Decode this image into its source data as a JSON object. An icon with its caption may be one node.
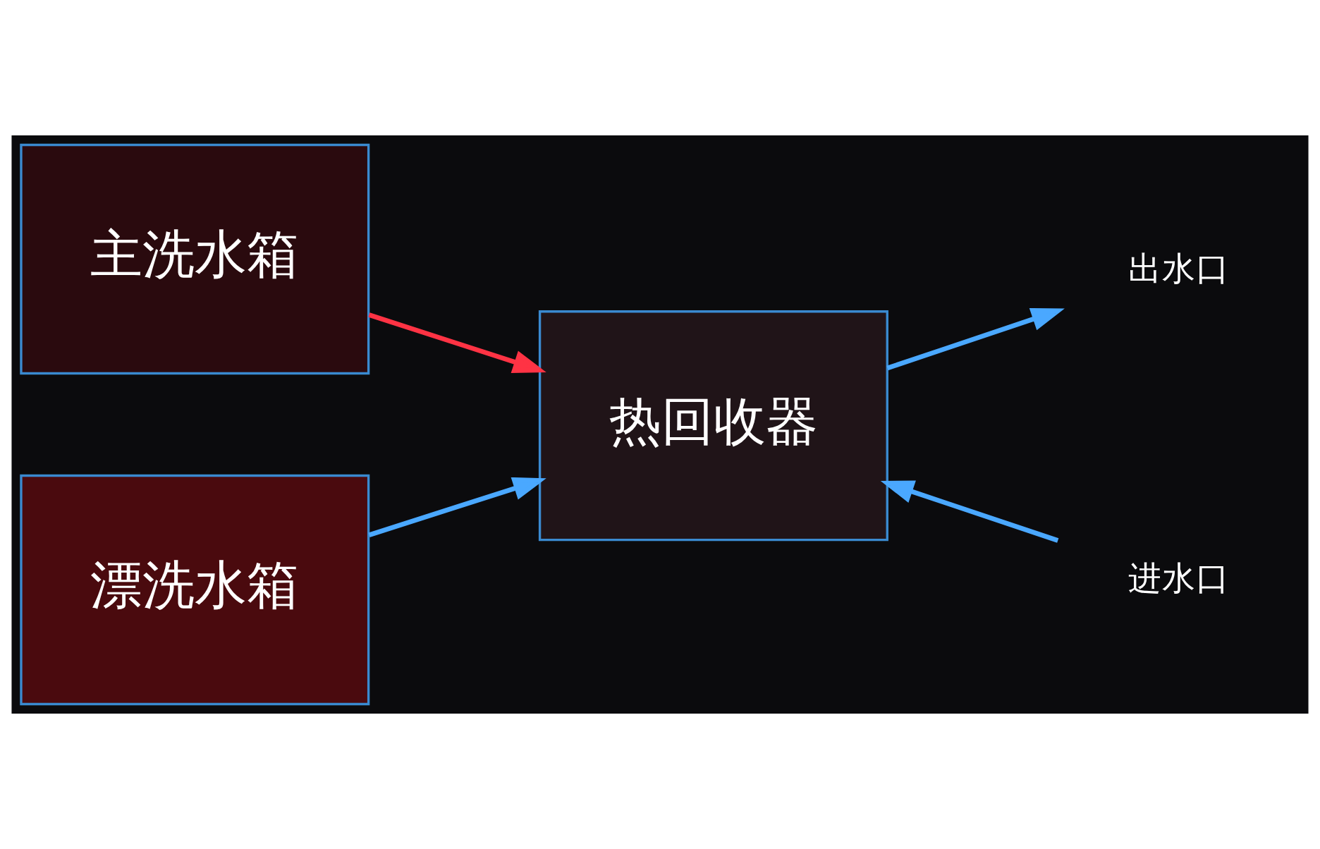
{
  "diagram": {
    "nodes": [
      {
        "text": [
          "主洗水箱"
        ]
      },
      {
        "text": [
          "漂洗水箱"
        ]
      },
      {
        "text": [
          "热回收器"
        ]
      },
      {
        "text": [
          "出水口"
        ]
      },
      {
        "text": [
          "进水口"
        ]
      }
    ],
    "edges": [
      {
        "from": 0,
        "to": 2,
        "arrow": "to",
        "color": "#ff3344"
      },
      {
        "from": 1,
        "to": 2,
        "arrow": "to"
      },
      {
        "from": 2,
        "to": 3,
        "arrow": "to"
      },
      {
        "from": 4,
        "to": 2,
        "arrow": "to"
      }
    ]
  }
}
